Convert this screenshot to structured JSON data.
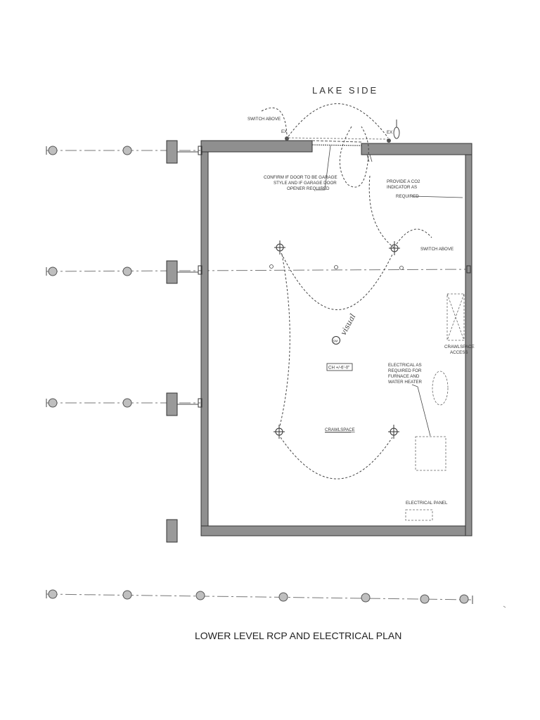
{
  "drawing": {
    "title": "LOWER LEVEL RCP AND ELECTRICAL PLAN",
    "orientation_label": "LAKE SIDE"
  },
  "notes": {
    "switch_above_top": "SWITCH ABOVE",
    "switch_above_right": "SWITCH ABOVE",
    "garage_door_line1": "CONFIRM IF DOOR TO BE GARAGE",
    "garage_door_line2": "STYLE AND IF GARAGE DOOR",
    "garage_door_line3": "OPENER REQUIRED",
    "co2_line1": "PROVIDE A CO2",
    "co2_line2": "INDICATOR AS",
    "co2_line3": "REQUIRED",
    "crawl_access_line1": "CRAWLSPACE",
    "crawl_access_line2": "ACCESS",
    "electrical_line1": "ELECTRICAL AS",
    "electrical_line2": "REQUIRED FOR",
    "electrical_line3": "FURNACE AND",
    "electrical_line4": "WATER HEATER",
    "electrical_panel": "ELECTRICAL PANEL",
    "crawlspace": "CRAWLSPACE",
    "ceiling_height": "CH +/-6'-0\"",
    "ex_left": "EX",
    "ex_right": "EX",
    "sm_tag": "SM",
    "handwritten": "visual"
  },
  "colors": {
    "wall_fill": "#8f8f8f",
    "line": "#444444",
    "bubble_fill": "#bfbfbf"
  },
  "icons": [
    "grid-bubble-icon",
    "ceiling-light-fixture-icon",
    "exterior-light-icon",
    "smoke-detector-icon",
    "co2-detector-icon"
  ]
}
